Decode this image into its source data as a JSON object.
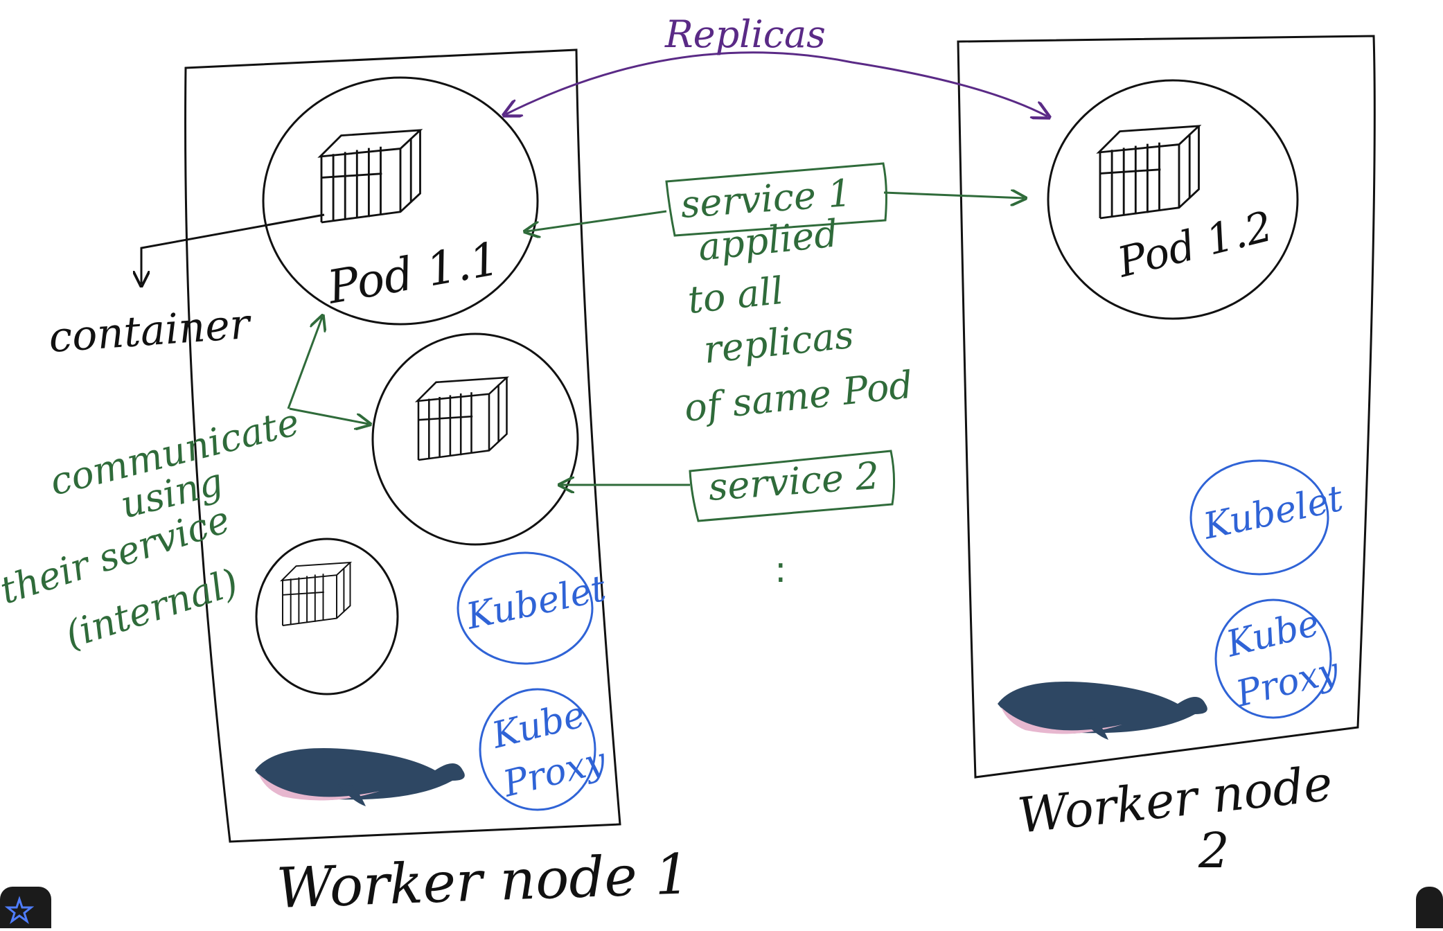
{
  "labels": {
    "replicas": "Replicas",
    "pod_1_1": "Pod 1.1",
    "pod_1_2": "Pod 1.2",
    "container": "container",
    "service_1": "service 1",
    "service_1_note": [
      "applied",
      "to all",
      "replicas",
      "of same Pod"
    ],
    "service_2": "service 2",
    "ellipsis": ":",
    "communicate_note": [
      "communicate",
      "using",
      "their service",
      "(internal)"
    ],
    "kubelet": "Kubelet",
    "kube_proxy": [
      "Kube",
      "Proxy"
    ],
    "worker_node_1": "Worker node 1",
    "worker_node_2": [
      "Worker node",
      "2"
    ]
  },
  "colors": {
    "black": "#111111",
    "green": "#2f6b3a",
    "purple": "#5a2a86",
    "blue": "#2f63d6",
    "whale_body": "#2e4763",
    "whale_belly": "#e7b7cf"
  },
  "icons": {
    "toolbar_left": "star-icon"
  }
}
